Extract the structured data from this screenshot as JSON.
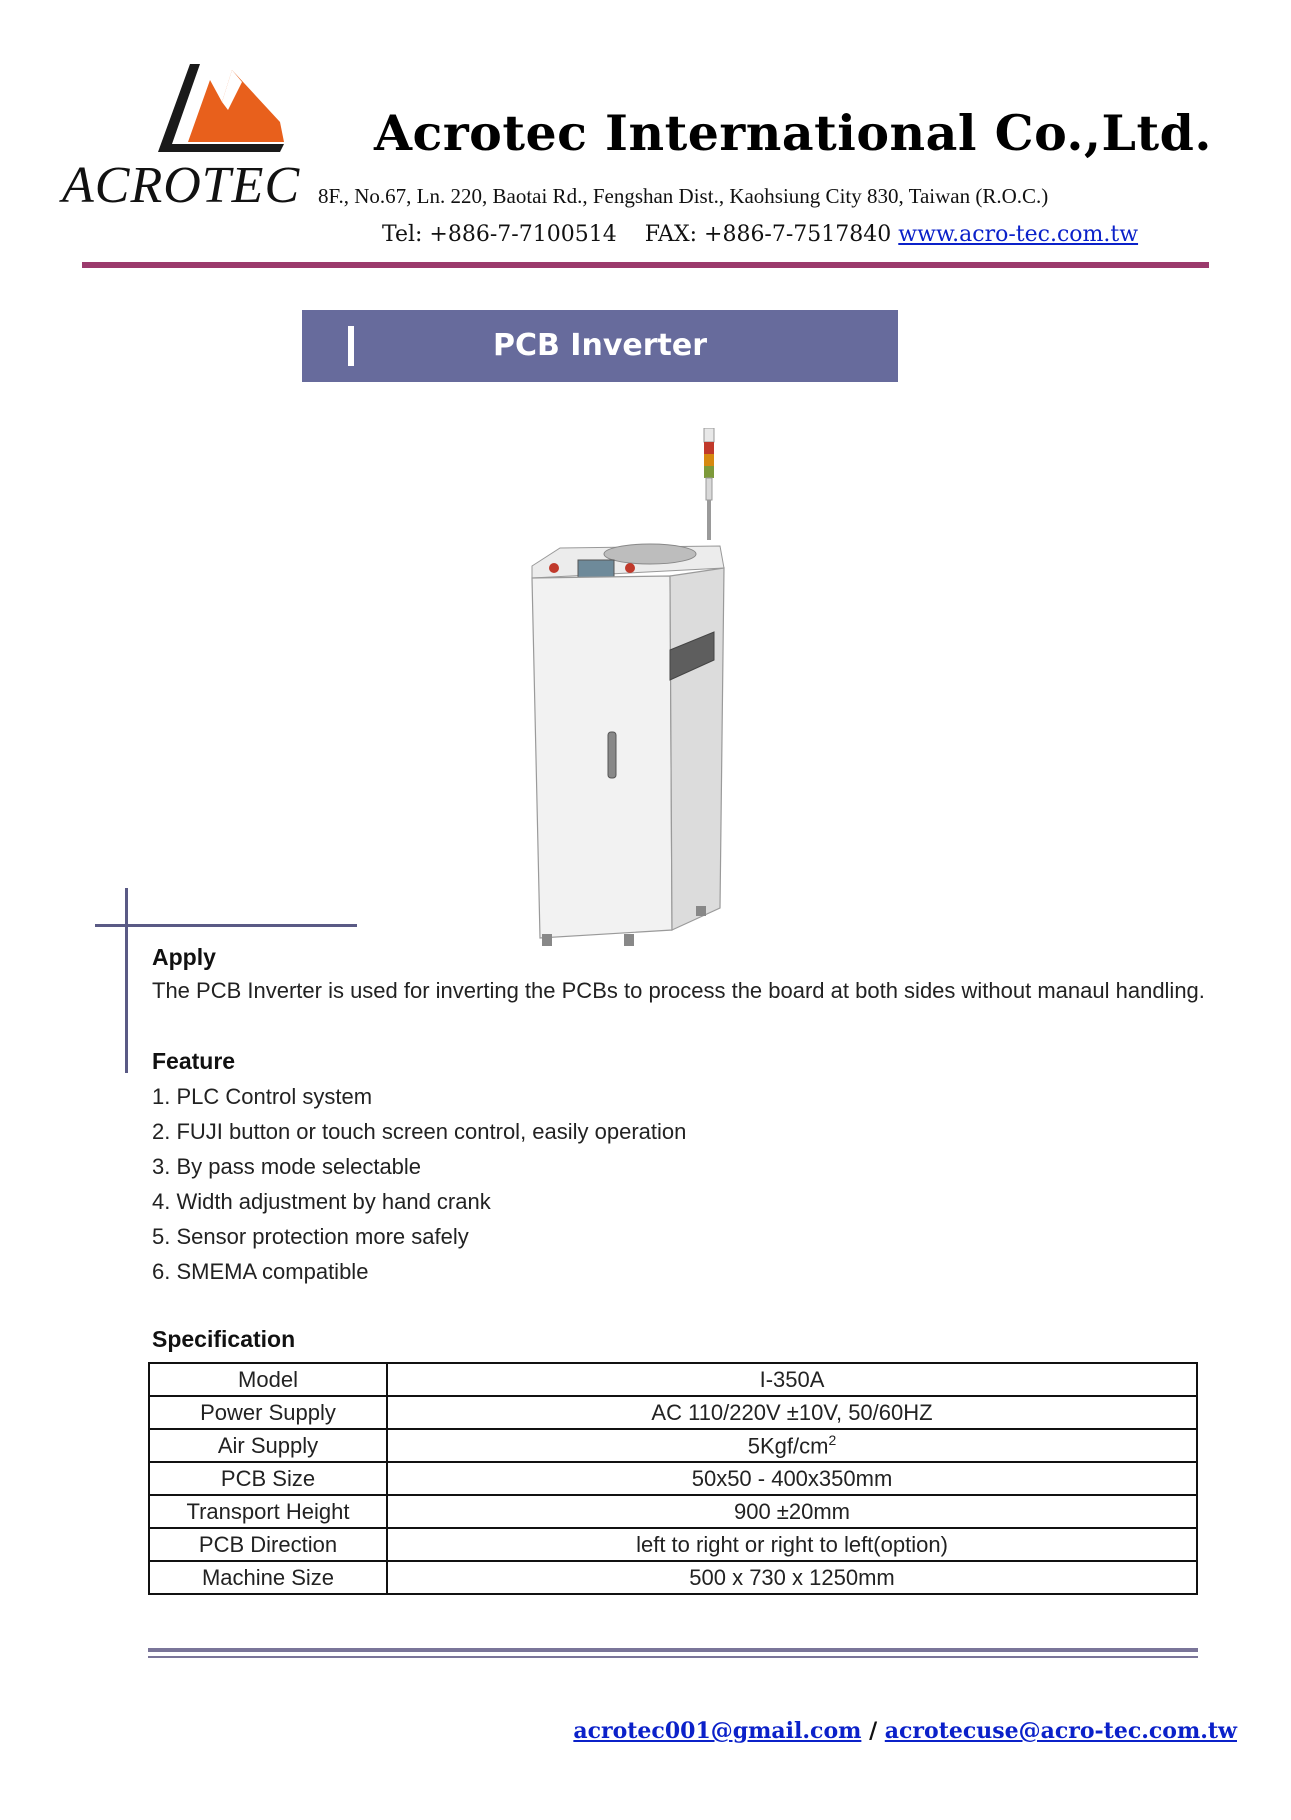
{
  "header": {
    "logo_text": "ACROTEC",
    "company_name": "Acrotec International Co.,Ltd.",
    "address": "8F., No.67, Ln. 220, Baotai Rd., Fengshan Dist., Kaohsiung City 830, Taiwan (R.O.C.)",
    "tel": "Tel: +886-7-7100514",
    "fax": "FAX: +886-7-7517840",
    "website": "www.acro-tec.com.tw"
  },
  "title": "PCB Inverter",
  "apply": {
    "heading": "Apply",
    "text": "The PCB Inverter is used for inverting the PCBs to process the board at both sides without manaul handling."
  },
  "feature": {
    "heading": "Feature",
    "items": [
      "1. PLC Control system",
      "2. FUJI button or touch screen control, easily operation",
      "3. By pass mode selectable",
      "4. Width adjustment by hand crank",
      "5. Sensor protection more safely",
      "6. SMEMA compatible"
    ]
  },
  "specification": {
    "heading": "Specification",
    "rows": [
      {
        "label": "Model",
        "value": "I-350A"
      },
      {
        "label": "Power Supply",
        "value": "AC 110/220V ±10V,  50/60HZ"
      },
      {
        "label": "Air Supply",
        "value": "5Kgf/cm",
        "sup": "2"
      },
      {
        "label": "PCB Size",
        "value": "50x50 - 400x350mm"
      },
      {
        "label": "Transport Height",
        "value": "900 ±20mm"
      },
      {
        "label": "PCB Direction",
        "value": "left to right or right to left(option)"
      },
      {
        "label": "Machine Size",
        "value": "500 x 730 x 1250mm"
      }
    ]
  },
  "footer": {
    "email_1": "acrotec001@gmail.com",
    "separator": "/",
    "email_2": "acrotecuse@acro-tec.com.tw"
  },
  "colors": {
    "header_rule": "#9b3a6c",
    "title_bar": "#676b9c",
    "logo_orange": "#e8601c",
    "link": "#0b21c9"
  }
}
